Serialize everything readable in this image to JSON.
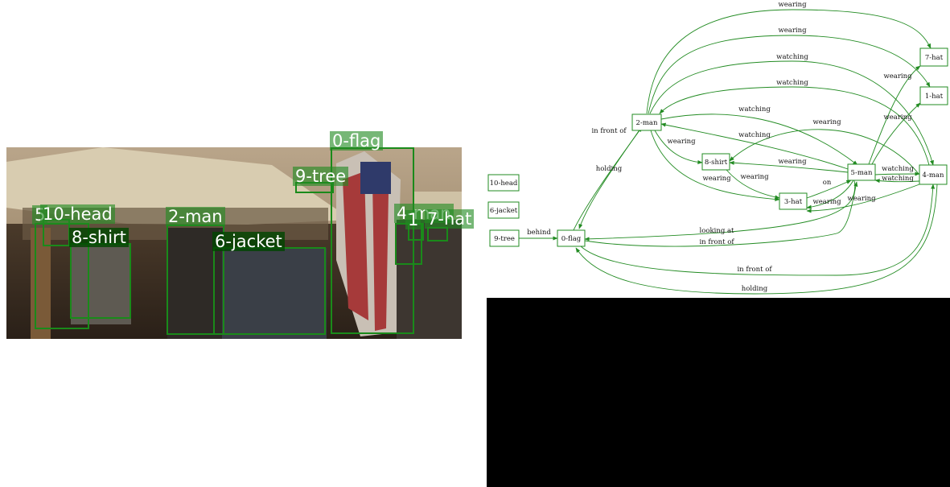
{
  "colors": {
    "box": "#1a8a1a",
    "edge": "#228b22",
    "label_bg": "#4ea84e",
    "panel": "#000000"
  },
  "photo": {
    "detections": [
      {
        "id": "det-0",
        "label": "0-flag"
      },
      {
        "id": "det-9",
        "label": "9-tree"
      },
      {
        "id": "det-10",
        "label": "10-head"
      },
      {
        "id": "det-8",
        "label": "8-shirt"
      },
      {
        "id": "det-2",
        "label": "2-man"
      },
      {
        "id": "det-6",
        "label": "6-jacket"
      },
      {
        "id": "det-4",
        "label": "4-man"
      },
      {
        "id": "det-1",
        "label": "1"
      },
      {
        "id": "det-7",
        "label": "7-hat"
      },
      {
        "id": "det-5",
        "label": "5"
      }
    ]
  },
  "graph": {
    "nodes": [
      {
        "id": "10-head",
        "label": "10-head"
      },
      {
        "id": "6-jacket",
        "label": "6-jacket"
      },
      {
        "id": "9-tree",
        "label": "9-tree"
      },
      {
        "id": "0-flag",
        "label": "0-flag"
      },
      {
        "id": "2-man",
        "label": "2-man"
      },
      {
        "id": "8-shirt",
        "label": "8-shirt"
      },
      {
        "id": "3-hat",
        "label": "3-hat"
      },
      {
        "id": "5-man",
        "label": "5-man"
      },
      {
        "id": "4-man",
        "label": "4-man"
      },
      {
        "id": "7-hat",
        "label": "7-hat"
      },
      {
        "id": "1-hat",
        "label": "1-hat"
      }
    ],
    "edges": [
      {
        "id": "e1",
        "from": "2-man",
        "to": "7-hat",
        "label": "wearing"
      },
      {
        "id": "e2",
        "from": "2-man",
        "to": "1-hat",
        "label": "wearing"
      },
      {
        "id": "e3",
        "from": "2-man",
        "to": "4-man",
        "label": "watching"
      },
      {
        "id": "e4",
        "from": "4-man",
        "to": "2-man",
        "label": "watching"
      },
      {
        "id": "e5",
        "from": "2-man",
        "to": "5-man",
        "label": "watching"
      },
      {
        "id": "e6",
        "from": "5-man",
        "to": "2-man",
        "label": "watching"
      },
      {
        "id": "e7",
        "from": "0-flag",
        "to": "2-man",
        "label": "in front of"
      },
      {
        "id": "e8",
        "from": "2-man",
        "to": "0-flag",
        "label": "holding"
      },
      {
        "id": "e9",
        "from": "2-man",
        "to": "8-shirt",
        "label": "wearing"
      },
      {
        "id": "e10",
        "from": "2-man",
        "to": "3-hat",
        "label": "wearing"
      },
      {
        "id": "e11",
        "from": "5-man",
        "to": "8-shirt",
        "label": "wearing"
      },
      {
        "id": "e12",
        "from": "8-shirt",
        "to": "3-hat",
        "label": "wearing"
      },
      {
        "id": "e13",
        "from": "3-hat",
        "to": "5-man",
        "label": "on"
      },
      {
        "id": "e14",
        "from": "5-man",
        "to": "3-hat",
        "label": "wearing"
      },
      {
        "id": "e15",
        "from": "4-man",
        "to": "3-hat",
        "label": "wearing"
      },
      {
        "id": "e16",
        "from": "4-man",
        "to": "8-shirt",
        "label": "wearing"
      },
      {
        "id": "e17",
        "from": "5-man",
        "to": "1-hat",
        "label": "wearing"
      },
      {
        "id": "e18",
        "from": "5-man",
        "to": "7-hat",
        "label": "wearing"
      },
      {
        "id": "e19",
        "from": "5-man",
        "to": "4-man",
        "label": "watching"
      },
      {
        "id": "e20",
        "from": "4-man",
        "to": "5-man",
        "label": "watching"
      },
      {
        "id": "e21",
        "from": "9-tree",
        "to": "0-flag",
        "label": "behind"
      },
      {
        "id": "e22",
        "from": "5-man",
        "to": "0-flag",
        "label": "looking at"
      },
      {
        "id": "e23",
        "from": "0-flag",
        "to": "5-man",
        "label": "in front of"
      },
      {
        "id": "e24",
        "from": "0-flag",
        "to": "4-man",
        "label": "in front of"
      },
      {
        "id": "e25",
        "from": "4-man",
        "to": "0-flag",
        "label": "holding"
      }
    ]
  }
}
